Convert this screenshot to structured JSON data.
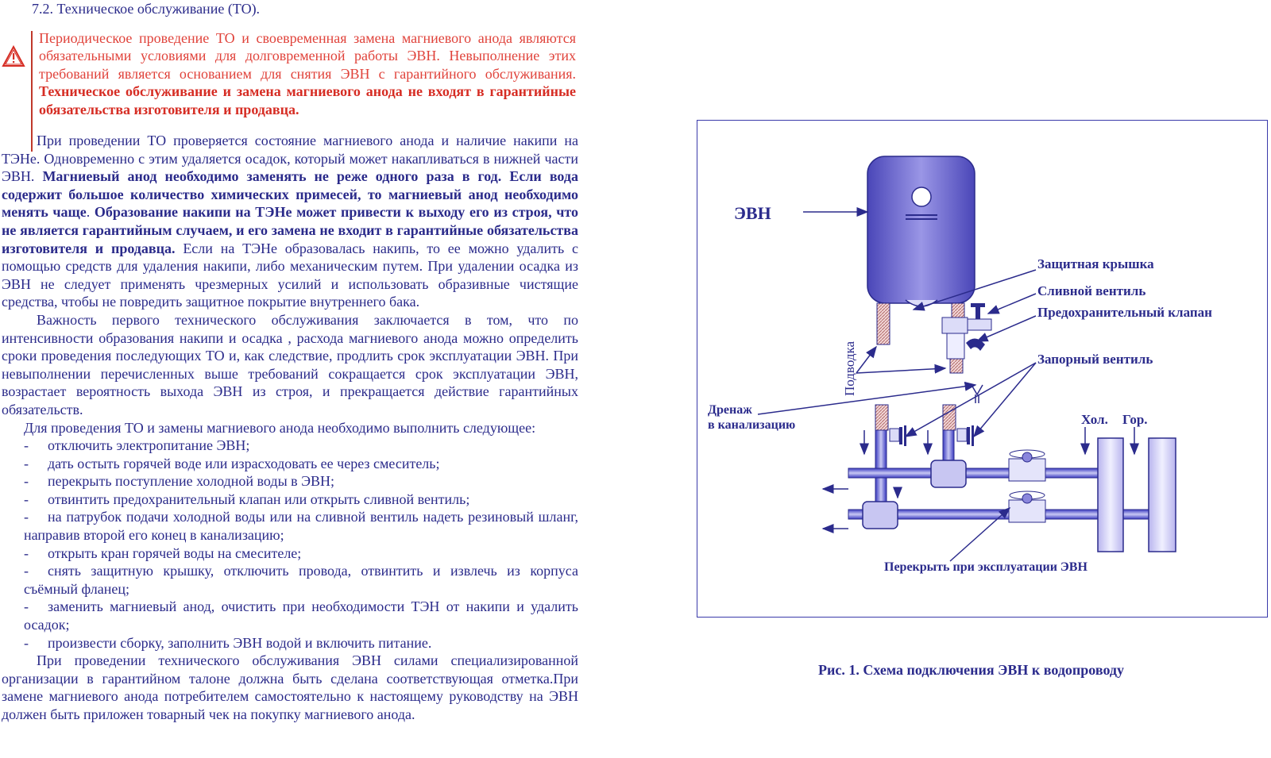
{
  "section_title": "7.2. Техническое обслуживание (ТО).",
  "warning": {
    "icon": "warning-triangle-icon",
    "lines_normal": "Периодическое проведение ТО и своевременная замена магниевого анода являются обязательными условиями для долговременной работы ЭВН. Невыполнение этих требований является основанием для снятия ЭВН с гарантийного обслуживания.",
    "lines_bold": "Техническое обслуживание и замена магниевого анода не входят в гарантийные обязательства изготовителя и продавца."
  },
  "para1": {
    "t1": "При проведении ТО проверяется состояние магниевого анода и наличие накипи на ТЭНе. Одновременно с этим удаляется осадок, который может накапливаться в нижней части ЭВН.",
    "b1": "Магниевый анод необходимо заменять не реже одного раза в год. Если вода содержит большое количество химических примесей, то магниевый анод необходимо менять чаще",
    "t2": ".",
    "b2": "Образование накипи на ТЭНе может привести к выходу его из строя, что не является гарантийным случаем, и его замена не входит в гарантийные обязательства изготовителя и продавца.",
    "t3": "Если на ТЭНе образовалась накипь, то ее можно удалить с помощью средств для удаления накипи, либо механическим путем. При удалении осадка из ЭВН не следует применять чрезмерных усилий и использовать образивные чистящие  средства, чтобы не повредить защитное покрытие внутреннего бака."
  },
  "para2": "Важность первого технического обслуживания заключается в том, что по интенсивности образования накипи и осадка , расхода магниевого анода можно определить сроки проведения последующих ТО и, как следствие, продлить срок эксплуатации ЭВН. При невыполнении перечисленных выше требований сокращается срок эксплуатации ЭВН, возрастает вероятность выхода ЭВН из строя, и прекращается действие гарантийных обязательств.",
  "para3": "Для проведения ТО и замены магниевого анода необходимо выполнить следующее:",
  "steps": [
    "отключить электропитание ЭВН;",
    "дать остыть горячей воде или израсходовать ее через смеситель;",
    "перекрыть поступление холодной воды в ЭВН;",
    "отвинтить предохранительный клапан или открыть сливной вентиль;",
    "на патрубок подачи холодной воды или на сливной вентиль надеть резиновый шланг, направив второй его конец в канализацию;",
    "открыть кран горячей воды на смесителе;",
    "снять защитную крышку, отключить провода, отвинтить и извлечь из корпуса съёмный фланец;",
    "заменить магниевый анод, очистить при необходимости ТЭН от накипи и удалить осадок;",
    "произвести сборку, заполнить ЭВН водой и включить питание."
  ],
  "dash": "-",
  "para4": "При проведении технического обслуживания ЭВН силами специализированной организации в гарантийном талоне должна быть сделана соответствующая отметка.При замене магниевого анода потребителем самостоятельно к настоящему руководству на ЭВН должен быть приложен товарный чек на покупку магниевого анода.",
  "figure": {
    "labels": {
      "evn": "ЭВН",
      "cover": "Защитная крышка",
      "drain_valve": "Сливной вентиль",
      "safety_valve": "Предохранительный клапан",
      "supply": "Подводка",
      "shutoff": "Запорный вентиль",
      "drainage_1": "Дренаж",
      "drainage_2": "в канализацию",
      "cold": "Хол.",
      "hot": "Гор.",
      "close_note": "Перекрыть при эксплуатации ЭВН"
    },
    "caption": "Рис. 1.  Схема подключения ЭВН к водопроводу",
    "colors": {
      "line": "#2b2b8c",
      "tank": "#8a86dc",
      "pipe": "#6a6ad6",
      "hatch": "#c98a8a"
    }
  }
}
